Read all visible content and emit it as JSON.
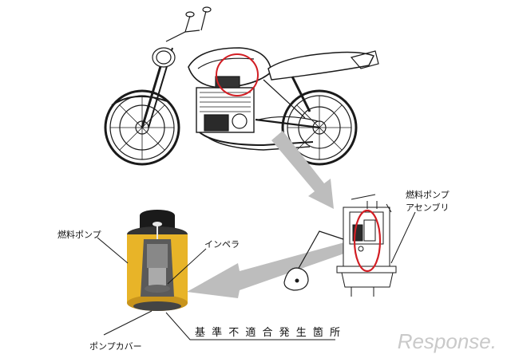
{
  "labels": {
    "fuel_pump_assembly_line1": "燃料ポンプ",
    "fuel_pump_assembly_line2": "アセンブリ",
    "fuel_pump": "燃料ポンプ",
    "impeller": "インペラ",
    "pump_cover": "ポンプカバー",
    "nonconformity_location": "基 準 不 適 合 発 生 箇 所"
  },
  "watermark": "Response.",
  "colors": {
    "highlight_circle": "#d21e24",
    "pump_body": "#e8b428",
    "arrow": "#bdbdbd",
    "line": "#1a1a1a"
  }
}
